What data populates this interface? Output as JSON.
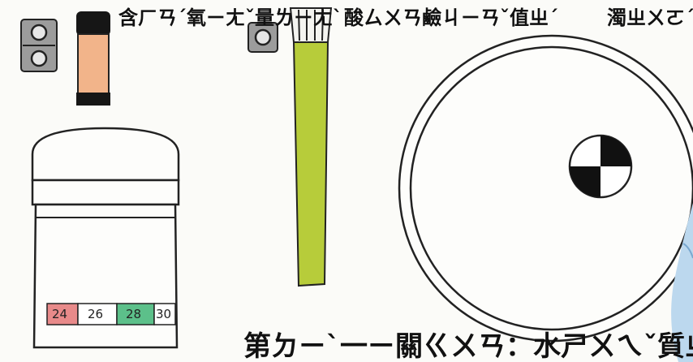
{
  "labels": {
    "dissolved_oxygen": "含ㄏㄢˊ氧ㄧㄤˇ量ㄌㄧㄤˋ",
    "ph_value": "酸ㄙㄨㄢ鹼ㄐㄧㄢˇ值ㄓˊ",
    "turbidity": "濁ㄓㄨㄛˊ度ㄉㄨˋ",
    "title": "第ㄉㄧˋ一ㄧ關ㄍㄨㄢ：水ㄕㄨㄟˇ質ㄓˊ檢ㄐㄧㄢˇ測ㄘㄜˋ"
  },
  "temperature_strip": [
    "24",
    "26",
    "28",
    "30"
  ],
  "colors": {
    "ink": "#1a1a1a",
    "salmon_tube": "#f2b48a",
    "green_strip": "#b7cc3a",
    "strip_red": "#e88a8a",
    "strip_green": "#5cc08a",
    "gray_kit": "#9a9a9a",
    "water_blue": "#bcd8ee"
  },
  "icons": {
    "oxygen_kit": "oxygen-kit-icon",
    "ph_kit": "ph-kit-icon",
    "ph_strip": "ph-test-strip-icon",
    "secchi_disk": "secchi-disk-icon",
    "thermometer_jar": "thermometer-jar-icon"
  }
}
